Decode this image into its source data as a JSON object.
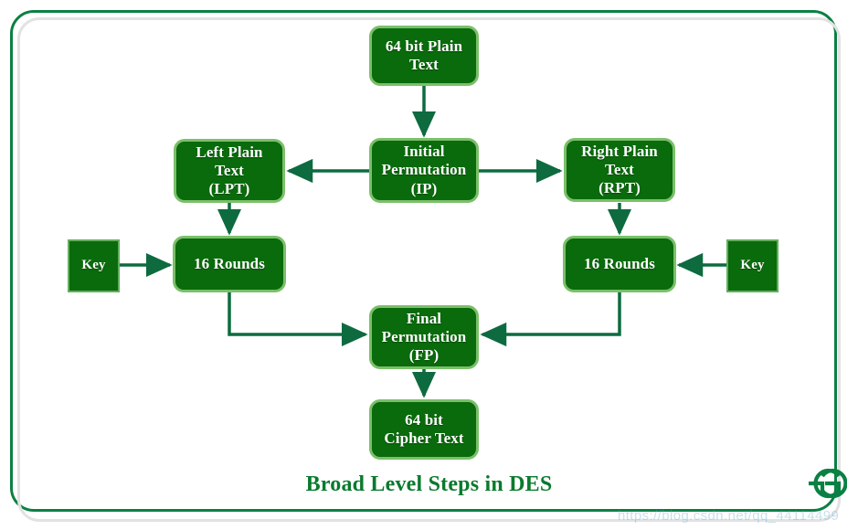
{
  "diagram": {
    "caption": "Broad Level Steps in DES",
    "watermark": "https://blog.csdn.net/qq_44114499",
    "colors": {
      "node_fill": "#096b0b",
      "node_border_light": "#7bbf6a",
      "node_text": "#ffffff",
      "connector": "#0d6b3f",
      "frame_outer": "#0b8043",
      "frame_inner": "#e2e2e2",
      "caption_text": "#0a7a2d",
      "brand": "#0b8043"
    },
    "nodes": [
      {
        "id": "plaintext",
        "lines": [
          "64 bit Plain",
          "Text"
        ],
        "shape": "rounded"
      },
      {
        "id": "lpt",
        "lines": [
          "Left Plain",
          "Text",
          "(LPT)"
        ],
        "shape": "rounded"
      },
      {
        "id": "ip",
        "lines": [
          "Initial",
          "Permutation",
          "(IP)"
        ],
        "shape": "rounded"
      },
      {
        "id": "rpt",
        "lines": [
          "Right Plain",
          "Text",
          "(RPT)"
        ],
        "shape": "rounded"
      },
      {
        "id": "key_left",
        "lines": [
          "Key"
        ],
        "shape": "square"
      },
      {
        "id": "rounds_left",
        "lines": [
          "16 Rounds"
        ],
        "shape": "rounded"
      },
      {
        "id": "rounds_right",
        "lines": [
          "16 Rounds"
        ],
        "shape": "rounded"
      },
      {
        "id": "key_right",
        "lines": [
          "Key"
        ],
        "shape": "square"
      },
      {
        "id": "fp",
        "lines": [
          "Final",
          "Permutation",
          "(FP)"
        ],
        "shape": "rounded"
      },
      {
        "id": "cipher",
        "lines": [
          "64 bit",
          "Cipher Text"
        ],
        "shape": "rounded"
      }
    ],
    "node_text": {
      "plaintext_l1": "64 bit Plain",
      "plaintext_l2": "Text",
      "lpt_l1": "Left Plain",
      "lpt_l2": "Text",
      "lpt_l3": "(LPT)",
      "ip_l1": "Initial",
      "ip_l2": "Permutation",
      "ip_l3": "(IP)",
      "rpt_l1": "Right Plain",
      "rpt_l2": "Text",
      "rpt_l3": "(RPT)",
      "key_left": "Key",
      "rounds_left": "16 Rounds",
      "rounds_right": "16 Rounds",
      "key_right": "Key",
      "fp_l1": "Final",
      "fp_l2": "Permutation",
      "fp_l3": "(FP)",
      "cipher_l1": "64 bit",
      "cipher_l2": "Cipher Text"
    },
    "edges": [
      {
        "from": "plaintext",
        "to": "ip",
        "style": "straight-down"
      },
      {
        "from": "ip",
        "to": "lpt",
        "style": "straight-left"
      },
      {
        "from": "ip",
        "to": "rpt",
        "style": "straight-right"
      },
      {
        "from": "lpt",
        "to": "rounds_left",
        "style": "straight-down"
      },
      {
        "from": "rpt",
        "to": "rounds_right",
        "style": "straight-down"
      },
      {
        "from": "key_left",
        "to": "rounds_left",
        "style": "straight-right"
      },
      {
        "from": "key_right",
        "to": "rounds_right",
        "style": "straight-left"
      },
      {
        "from": "rounds_left",
        "to": "fp",
        "style": "elbow-down-right"
      },
      {
        "from": "rounds_right",
        "to": "fp",
        "style": "elbow-down-left"
      },
      {
        "from": "fp",
        "to": "cipher",
        "style": "straight-down"
      }
    ],
    "brand": {
      "name": "geeksforgeeks-logo",
      "glyph_left": "Ә",
      "glyph_right": "G"
    }
  }
}
